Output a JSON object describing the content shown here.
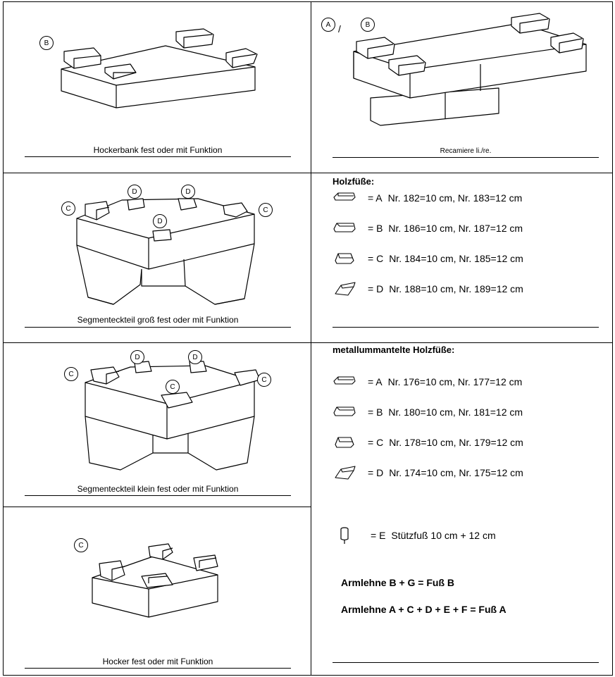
{
  "cells": {
    "hockerbank": {
      "caption": "Hockerbank  fest oder mit Funktion",
      "tag": "B"
    },
    "recamiere": {
      "caption": "Recamiere li./re.",
      "tag_a": "A",
      "separator": "/",
      "tag_b": "B"
    },
    "segment_gross": {
      "caption": "Segmenteckteil groß fest oder mit Funktion",
      "tags": [
        "C",
        "D",
        "D",
        "C",
        "D"
      ]
    },
    "segment_klein": {
      "caption": "Segmenteckteil klein fest oder mit Funktion",
      "tags": [
        "C",
        "D",
        "D",
        "C",
        "C"
      ]
    },
    "hocker": {
      "caption": "Hocker fest oder mit Funktion",
      "tag": "C"
    }
  },
  "holzfuesse": {
    "title": "Holzfüße:",
    "items": [
      {
        "letter": "= A",
        "spec": "Nr. 182=10 cm, Nr. 183=12 cm",
        "icon": "foot-a-icon"
      },
      {
        "letter": "= B",
        "spec": "Nr. 186=10 cm, Nr. 187=12 cm",
        "icon": "foot-b-icon"
      },
      {
        "letter": "= C",
        "spec": "Nr. 184=10 cm, Nr. 185=12 cm",
        "icon": "foot-c-icon"
      },
      {
        "letter": "= D",
        "spec": "Nr. 188=10 cm, Nr. 189=12 cm",
        "icon": "foot-d-icon"
      }
    ]
  },
  "metall": {
    "title": "metallummantelte Holzfüße:",
    "items": [
      {
        "letter": "= A",
        "spec": "Nr. 176=10 cm, Nr. 177=12 cm",
        "icon": "foot-a-icon"
      },
      {
        "letter": "= B",
        "spec": "Nr. 180=10 cm, Nr. 181=12 cm",
        "icon": "foot-b-icon"
      },
      {
        "letter": "= C",
        "spec": "Nr. 178=10 cm, Nr. 179=12 cm",
        "icon": "foot-c-icon"
      },
      {
        "letter": "= D",
        "spec": "Nr. 174=10 cm, Nr. 175=12 cm",
        "icon": "foot-d-icon"
      }
    ],
    "stuetz": {
      "letter": "= E",
      "spec": "Stützfuß 10 cm + 12 cm",
      "icon": "support-foot-icon"
    }
  },
  "notes": {
    "armlehne_bg": "Armlehne B  + G       = Fuß B",
    "armlehne_acdef": "Armlehne A + C + D + E + F = Fuß A"
  }
}
